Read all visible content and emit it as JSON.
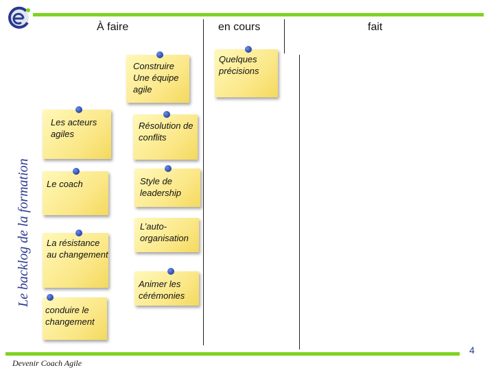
{
  "slide": {
    "vertical_title": "Le backlog de la formation",
    "footer": "Devenir Coach Agile",
    "page_number": "4"
  },
  "columns": [
    {
      "label": "À faire"
    },
    {
      "label": "en cours"
    },
    {
      "label": "fait"
    }
  ],
  "notes": [
    {
      "text": "Construire Une équipe agile"
    },
    {
      "text": "Quelques précisions"
    },
    {
      "text": "Les acteurs agiles"
    },
    {
      "text": "Résolution de conflits"
    },
    {
      "text": "Le coach"
    },
    {
      "text": "Style de leadership"
    },
    {
      "text": "L’auto-organisation"
    },
    {
      "text": "La résistance au changement"
    },
    {
      "text": "Animer les cérémonies"
    },
    {
      "text": "conduire le changement"
    }
  ],
  "colors": {
    "accent_rule": "#7ed321",
    "title_blue": "#2a3990",
    "pin_blue": "#2546a8",
    "note_yellow": "#fbe88a"
  }
}
